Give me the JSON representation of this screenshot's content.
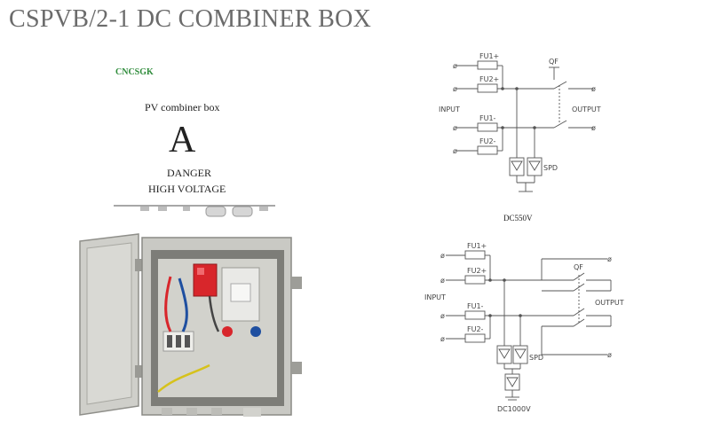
{
  "page": {
    "title": "CSPVB/2-1 DC COMBINER BOX"
  },
  "label": {
    "brand": "CNCSGK",
    "product": "PV combiner box",
    "symbol": "A",
    "danger_line1": "DANGER",
    "danger_line2": "HIGH VOLTAGE"
  },
  "diagram1": {
    "input": "INPUT",
    "output": "OUTPUT",
    "fu1p": "FU1+",
    "fu2p": "FU2+",
    "fu1m": "FU1-",
    "fu2m": "FU2-",
    "qf": "QF",
    "spd": "SPD",
    "caption": "DC550V"
  },
  "diagram2": {
    "input": "INPUT",
    "output": "OUTPUT",
    "fu1p": "FU1+",
    "fu2p": "FU2+",
    "fu1m": "FU1-",
    "fu2m": "FU2-",
    "qf": "QF",
    "spd": "SPD",
    "caption": "DC1000V"
  },
  "colors": {
    "title": "#6b6b6b",
    "brand": "#2e8b3a",
    "cabinet": "#c9c9c4",
    "breaker_red": "#d8262b",
    "line": "#555555"
  }
}
